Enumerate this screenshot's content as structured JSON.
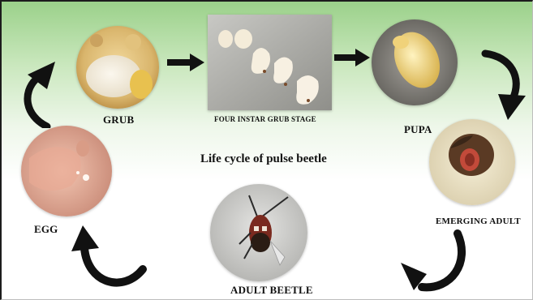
{
  "title": "Life cycle of pulse beetle",
  "stages": {
    "grub": "GRUB",
    "four_instar": "FOUR INSTAR GRUB STAGE",
    "pupa": "PUPA",
    "emerging_adult": "EMERGING ADULT",
    "adult_beetle": "ADULT BEETLE",
    "egg": "EGG"
  },
  "colors": {
    "background_top": "#9bd18a",
    "arrow": "#111111"
  }
}
